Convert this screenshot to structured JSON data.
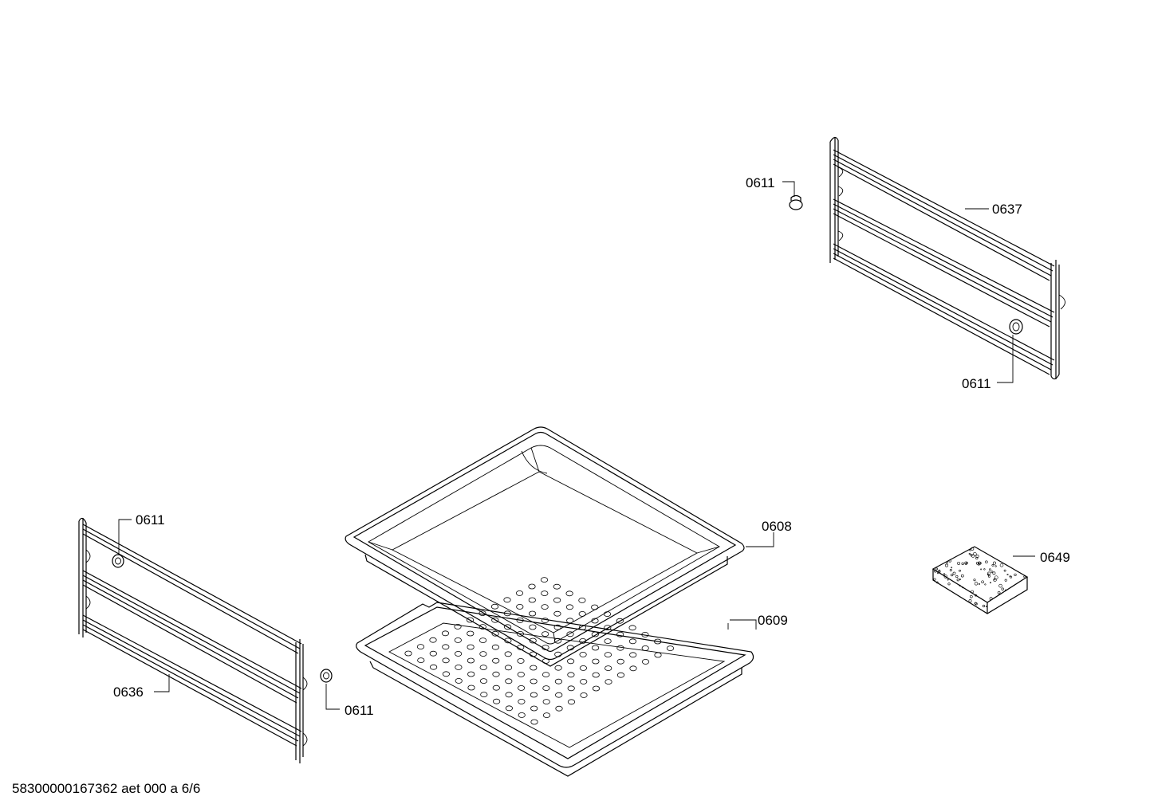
{
  "callouts": {
    "c0611_top": "0611",
    "c0637": "0637",
    "c0611_right": "0611",
    "c0608": "0608",
    "c0649": "0649",
    "c0611_left": "0611",
    "c0609": "0609",
    "c0636": "0636",
    "c0611_bottom": "0611"
  },
  "footer": "58300000167362 aet 000 a 6/6"
}
